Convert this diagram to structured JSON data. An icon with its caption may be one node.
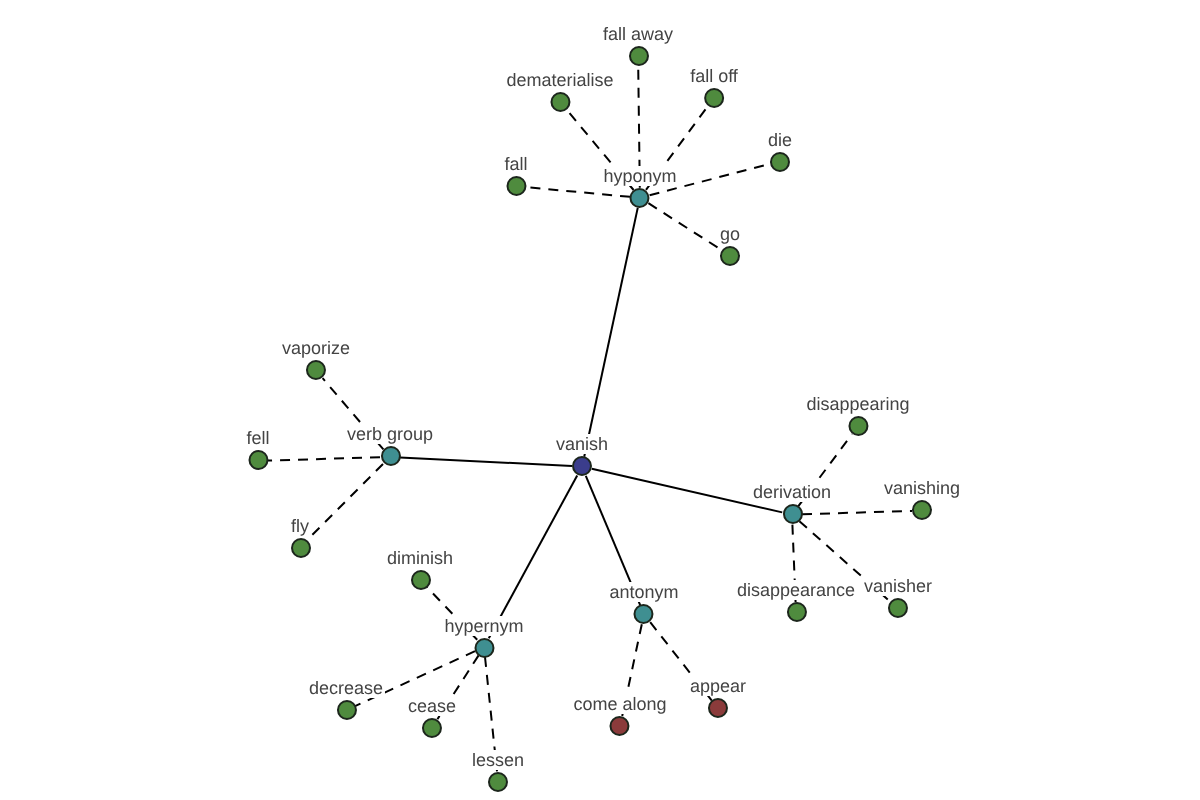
{
  "diagram": {
    "nodes": [
      {
        "text": [
          "vanish"
        ]
      },
      {
        "text": [
          "hyponym"
        ]
      },
      {
        "text": [
          "fall away"
        ]
      },
      {
        "text": [
          "dematerialise"
        ]
      },
      {
        "text": [
          "fall off"
        ]
      },
      {
        "text": [
          "fall"
        ]
      },
      {
        "text": [
          "die"
        ]
      },
      {
        "text": [
          "go"
        ]
      },
      {
        "text": [
          "verb group"
        ]
      },
      {
        "text": [
          "vaporize"
        ]
      },
      {
        "text": [
          "fell"
        ]
      },
      {
        "text": [
          "fly"
        ]
      },
      {
        "text": [
          "derivation"
        ]
      },
      {
        "text": [
          "disappearing"
        ]
      },
      {
        "text": [
          "vanishing"
        ]
      },
      {
        "text": [
          "disappearance"
        ]
      },
      {
        "text": [
          "vanisher"
        ]
      },
      {
        "text": [
          "hypernym"
        ]
      },
      {
        "text": [
          "diminish"
        ]
      },
      {
        "text": [
          "decrease"
        ]
      },
      {
        "text": [
          "cease"
        ]
      },
      {
        "text": [
          "lessen"
        ]
      },
      {
        "text": [
          "antonym"
        ]
      },
      {
        "text": [
          "come along"
        ]
      },
      {
        "text": [
          "appear"
        ]
      }
    ],
    "edges": [
      {
        "from": 0,
        "to": 1,
        "arrow": "none"
      },
      {
        "from": 0,
        "to": 8,
        "arrow": "none"
      },
      {
        "from": 0,
        "to": 12,
        "arrow": "none"
      },
      {
        "from": 0,
        "to": 17,
        "arrow": "none"
      },
      {
        "from": 0,
        "to": 22,
        "arrow": "none"
      },
      {
        "from": 1,
        "to": 2,
        "arrow": "none",
        "style": "dashed"
      },
      {
        "from": 1,
        "to": 3,
        "arrow": "none",
        "style": "dashed"
      },
      {
        "from": 1,
        "to": 4,
        "arrow": "none",
        "style": "dashed"
      },
      {
        "from": 1,
        "to": 5,
        "arrow": "none",
        "style": "dashed"
      },
      {
        "from": 1,
        "to": 6,
        "arrow": "none",
        "style": "dashed"
      },
      {
        "from": 1,
        "to": 7,
        "arrow": "none",
        "style": "dashed"
      },
      {
        "from": 8,
        "to": 9,
        "arrow": "none",
        "style": "dashed"
      },
      {
        "from": 8,
        "to": 10,
        "arrow": "none",
        "style": "dashed"
      },
      {
        "from": 8,
        "to": 11,
        "arrow": "none",
        "style": "dashed"
      },
      {
        "from": 12,
        "to": 13,
        "arrow": "none",
        "style": "dashed"
      },
      {
        "from": 12,
        "to": 14,
        "arrow": "none",
        "style": "dashed"
      },
      {
        "from": 12,
        "to": 15,
        "arrow": "none",
        "style": "dashed"
      },
      {
        "from": 12,
        "to": 16,
        "arrow": "none",
        "style": "dashed"
      },
      {
        "from": 17,
        "to": 18,
        "arrow": "none",
        "style": "dashed"
      },
      {
        "from": 17,
        "to": 19,
        "arrow": "none",
        "style": "dashed"
      },
      {
        "from": 17,
        "to": 20,
        "arrow": "none",
        "style": "dashed"
      },
      {
        "from": 17,
        "to": 21,
        "arrow": "none",
        "style": "dashed"
      },
      {
        "from": 22,
        "to": 23,
        "arrow": "none",
        "style": "dashed"
      },
      {
        "from": 22,
        "to": 24,
        "arrow": "none",
        "style": "dashed"
      }
    ]
  }
}
